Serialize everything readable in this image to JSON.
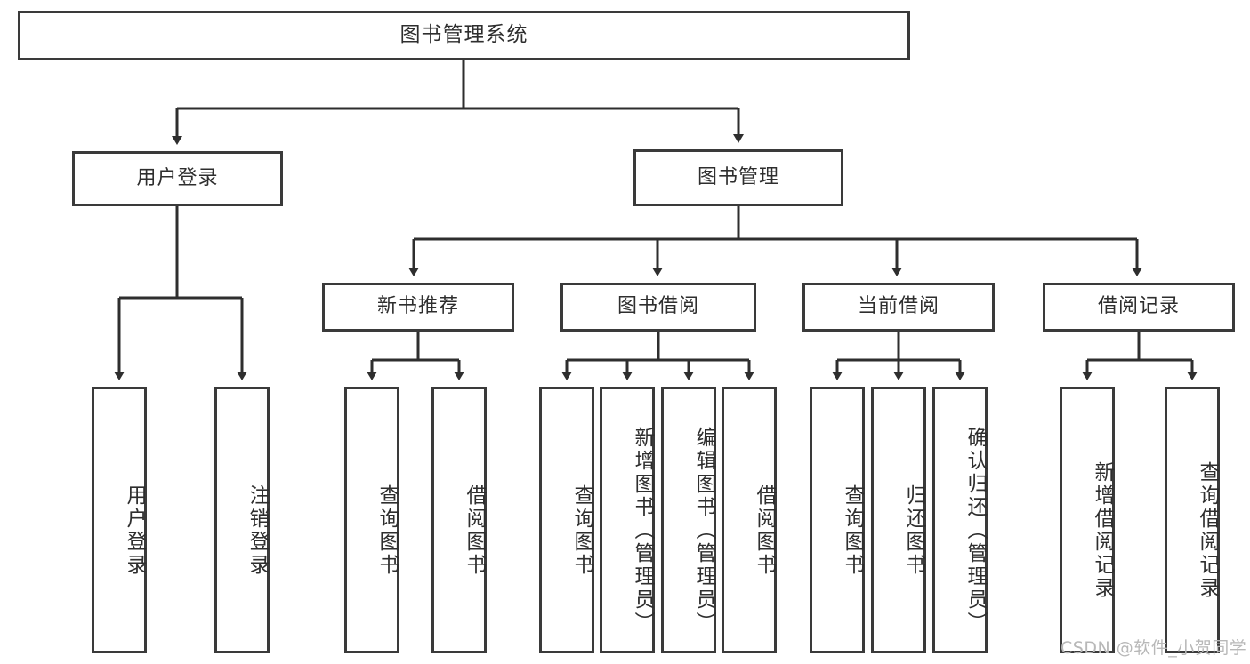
{
  "diagram": {
    "title_box": {
      "label": "图书管理系统"
    },
    "level2": [
      {
        "id": "user-login",
        "label": "用户登录"
      },
      {
        "id": "book-management",
        "label": "图书管理"
      }
    ],
    "level3": [
      {
        "id": "new-book-recommend",
        "label": "新书推荐"
      },
      {
        "id": "book-borrow",
        "label": "图书借阅"
      },
      {
        "id": "current-borrow",
        "label": "当前借阅"
      },
      {
        "id": "borrow-record",
        "label": "借阅记录"
      }
    ],
    "leaves": {
      "user_login": [
        {
          "id": "leaf-user-login",
          "label": "用户登录"
        },
        {
          "id": "leaf-logout-login",
          "label": "注销登录"
        }
      ],
      "new_book_recommend": [
        {
          "id": "leaf-query-book-1",
          "label": "查询图书"
        },
        {
          "id": "leaf-borrow-book-1",
          "label": "借阅图书"
        }
      ],
      "book_borrow": [
        {
          "id": "leaf-query-book-2",
          "label": "查询图书"
        },
        {
          "id": "leaf-add-book-admin",
          "label": "新增图书（管理员）"
        },
        {
          "id": "leaf-edit-book-admin",
          "label": "编辑图书（管理员）"
        },
        {
          "id": "leaf-borrow-book-2",
          "label": "借阅图书"
        }
      ],
      "current_borrow": [
        {
          "id": "leaf-query-book-3",
          "label": "查询图书"
        },
        {
          "id": "leaf-return-book",
          "label": "归还图书"
        },
        {
          "id": "leaf-confirm-return-admin",
          "label": "确认归还（管理员）"
        }
      ],
      "borrow_record": [
        {
          "id": "leaf-add-borrow-record",
          "label": "新增借阅记录"
        },
        {
          "id": "leaf-query-borrow-record",
          "label": "查询借阅记录"
        }
      ]
    },
    "watermark": {
      "text": "CSDN @软件_小贺同学"
    },
    "colors": {
      "border": "#3a3a3a",
      "text": "#2e2e2e",
      "background": "#ffffff",
      "watermark": "#b8b8b8"
    }
  }
}
